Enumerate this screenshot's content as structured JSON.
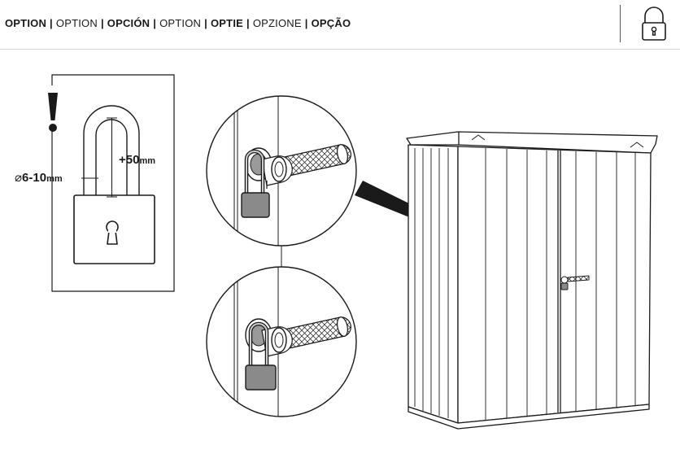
{
  "header": {
    "languages": [
      {
        "text": "OPTION",
        "bold": true
      },
      {
        "text": "OPTION",
        "bold": false
      },
      {
        "text": "OPCIÓN",
        "bold": true
      },
      {
        "text": "OPTION",
        "bold": false
      },
      {
        "text": "OPTIE",
        "bold": true
      },
      {
        "text": "OPZIONE",
        "bold": false
      },
      {
        "text": "OPÇÃO",
        "bold": true
      }
    ],
    "separator": "|",
    "icon": "padlock-icon"
  },
  "padlock_spec": {
    "warning_icon": "exclamation-icon",
    "diameter_symbol": "⌀",
    "diameter_value": "6-10",
    "diameter_unit": "mm",
    "length_value": "+50",
    "length_unit": "mm"
  },
  "colors": {
    "line": "#1a1a1a",
    "padlock_body": "#8a8a8a",
    "callout": "#1a1a1a"
  }
}
